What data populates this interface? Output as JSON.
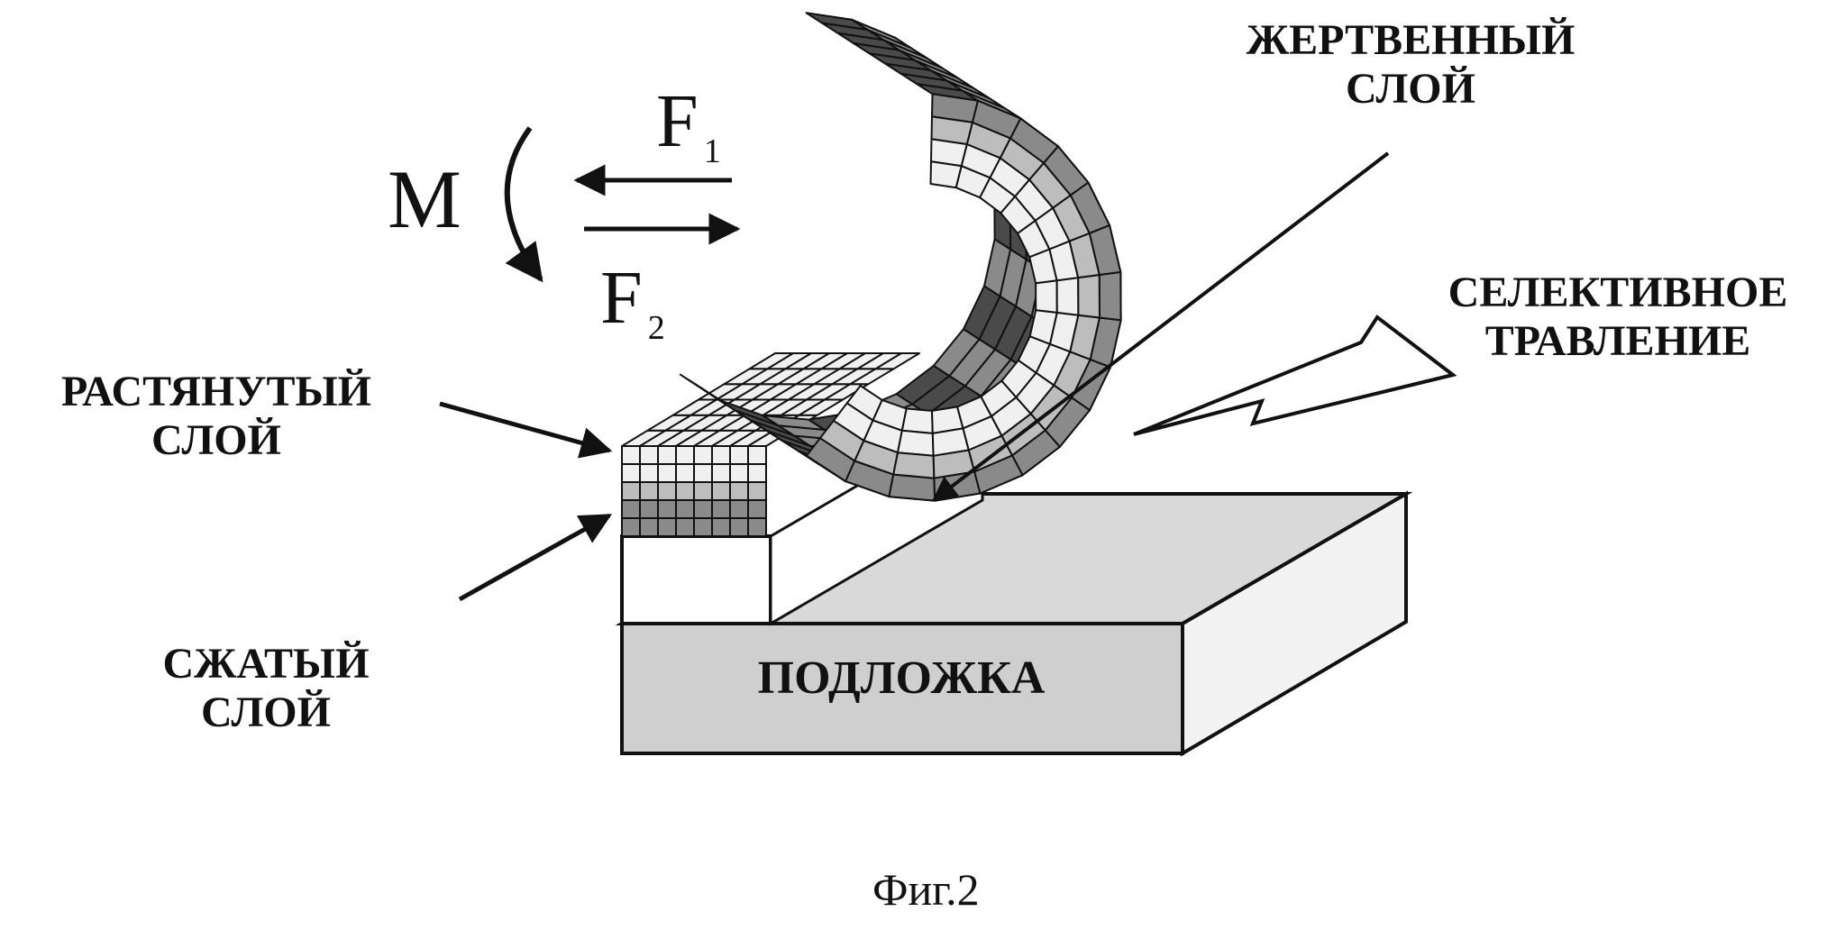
{
  "labels": {
    "sacrificial_line1": "ЖЕРТВЕННЫЙ",
    "sacrificial_line2": "СЛОЙ",
    "etching_line1": "СЕЛЕКТИВНОЕ",
    "etching_line2": "ТРАВЛЕНИЕ",
    "stretched_line1": "РАСТЯНУТЫЙ",
    "stretched_line2": "СЛОЙ",
    "compressed_line1": "СЖАТЫЙ",
    "compressed_line2": "СЛОЙ",
    "substrate": "ПОДЛОЖКА",
    "moment": "M",
    "force1_letter": "F",
    "force1_index": "1",
    "force2_letter": "F",
    "force2_index": "2",
    "caption": "Фиг.2"
  },
  "colors": {
    "ink": "#111111",
    "substrate_front": "#cfcfcf",
    "substrate_top": "#d9d9d9",
    "substrate_side": "#f2f2f2",
    "tube_outer_dark": "#4a4a4a",
    "tube_outer_mid": "#8a8a8a",
    "tube_inner_light": "#f0f0f0",
    "tube_inner_mid": "#bdbdbd"
  }
}
